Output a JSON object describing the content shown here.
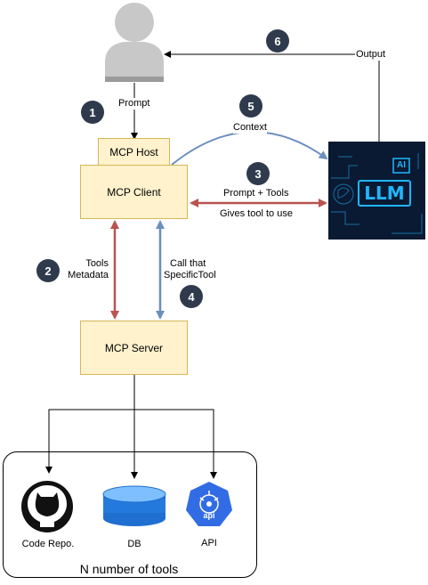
{
  "nodes": {
    "mcp_host": "MCP Host",
    "mcp_client": "MCP Client",
    "mcp_server": "MCP Server",
    "llm_text": "LLM",
    "llm_badge": "AI"
  },
  "edge_labels": {
    "prompt": "Prompt",
    "context": "Context",
    "output": "Output",
    "prompt_tools": "Prompt + Tools",
    "gives_tool": "Gives tool to use",
    "tools_metadata_1": "Tools",
    "tools_metadata_2": "Metadata",
    "call_specific_1": "Call that",
    "call_specific_2": "SpecificTool"
  },
  "steps": [
    "1",
    "2",
    "3",
    "4",
    "5",
    "6"
  ],
  "tools": {
    "code_repo": "Code Repo.",
    "db": "DB",
    "api": "API",
    "api_icon_text": "api",
    "frame_title": "N number of tools"
  },
  "colors": {
    "box_fill": "#fff2cc",
    "box_border": "#d6b656",
    "red_arrow": "#b85450",
    "blue_arrow": "#6c8ebf",
    "badge": "#2f3b4c",
    "llm_bg": "#0a1a33",
    "llm_glow": "#1fb6ff"
  }
}
